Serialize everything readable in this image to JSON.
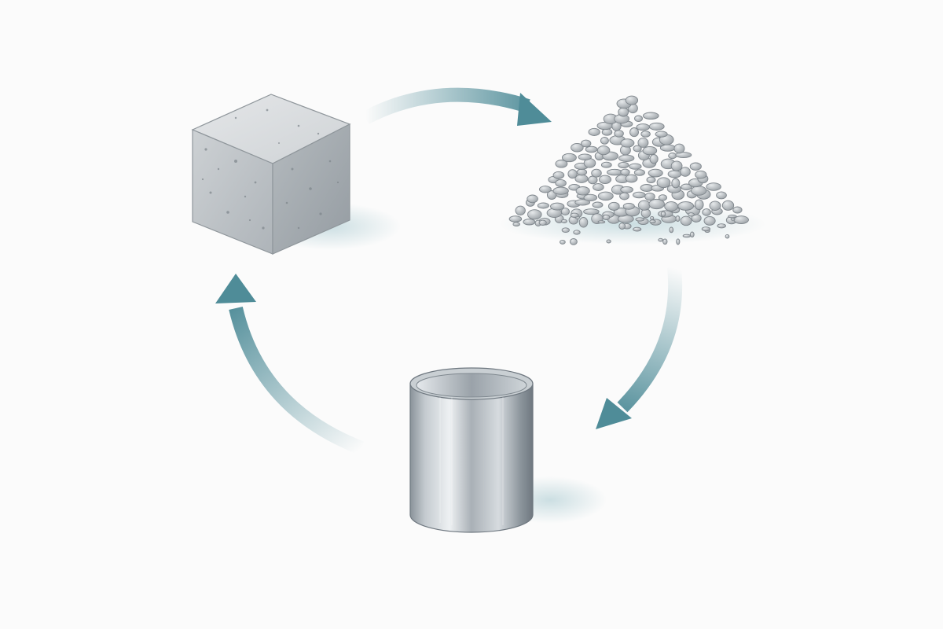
{
  "diagram": {
    "type": "cycle",
    "direction": "clockwise",
    "nodes": [
      {
        "id": "concrete-cube",
        "icon": "concrete-cube-icon"
      },
      {
        "id": "gravel-pile",
        "icon": "gravel-pile-icon"
      },
      {
        "id": "steel-cylinder",
        "icon": "steel-cylinder-icon"
      }
    ],
    "edges": [
      {
        "from": "concrete-cube",
        "to": "gravel-pile"
      },
      {
        "from": "gravel-pile",
        "to": "steel-cylinder"
      },
      {
        "from": "steel-cylinder",
        "to": "concrete-cube"
      }
    ],
    "colors": {
      "background": "#fbfbfb",
      "arrow": "#4f8c98",
      "concrete_top": "#d9dcdf",
      "concrete_front": "#bfc4c8",
      "concrete_side": "#a7adb2",
      "steel_light": "#d3d8dc",
      "steel_dark": "#6f7880",
      "gravel": "#b3b8bc",
      "shadow": "#cfe0e4"
    }
  }
}
